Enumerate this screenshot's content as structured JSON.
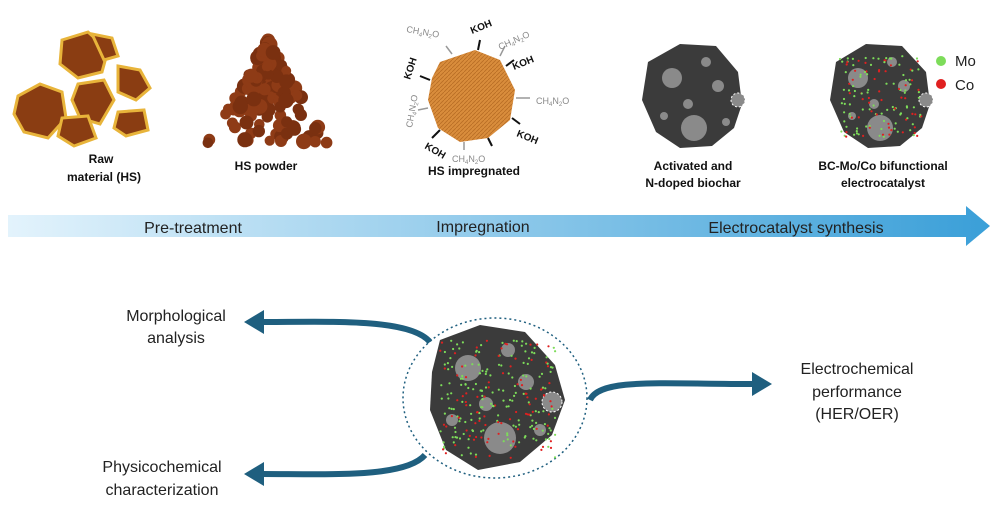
{
  "stages": {
    "raw": "Raw",
    "raw_line2": "material (HS)",
    "powder": "HS powder",
    "impregnated": "HS impregnated",
    "activated_line1": "Activated and",
    "activated_line2": "N-doped biochar",
    "catalyst_line1": "BC-Mo/Co bifunctional",
    "catalyst_line2": "electrocatalyst"
  },
  "reagents": {
    "koh": "KOH",
    "urea_base": "CH",
    "urea_sub1": "4",
    "urea_mid": "N",
    "urea_sub2": "2",
    "urea_end": "O"
  },
  "legend": {
    "mo": "Mo",
    "co": "Co",
    "mo_color": "#7ddc5a",
    "co_color": "#e02020"
  },
  "process": {
    "pretreatment": "Pre-treatment",
    "impregnation": "Impregnation",
    "synthesis": "Electrocatalyst synthesis"
  },
  "outputs": {
    "morph_line1": "Morphological",
    "morph_line2": "analysis",
    "physchem_line1": "Physicochemical",
    "physchem_line2": "characterization",
    "electro_line1": "Electrochemical",
    "electro_line2": "performance",
    "electro_line3": "(HER/OER)"
  },
  "colors": {
    "arrow_dark": "#1f5f7f",
    "bar_light": "#dff0fb",
    "bar_dark": "#3a9fd8",
    "biochar": "#3b3b3b",
    "hole": "#8a8a8a",
    "shell": "#8a3d12",
    "shell_rim": "#e8b43a",
    "impregnated": "#d98d3c"
  }
}
